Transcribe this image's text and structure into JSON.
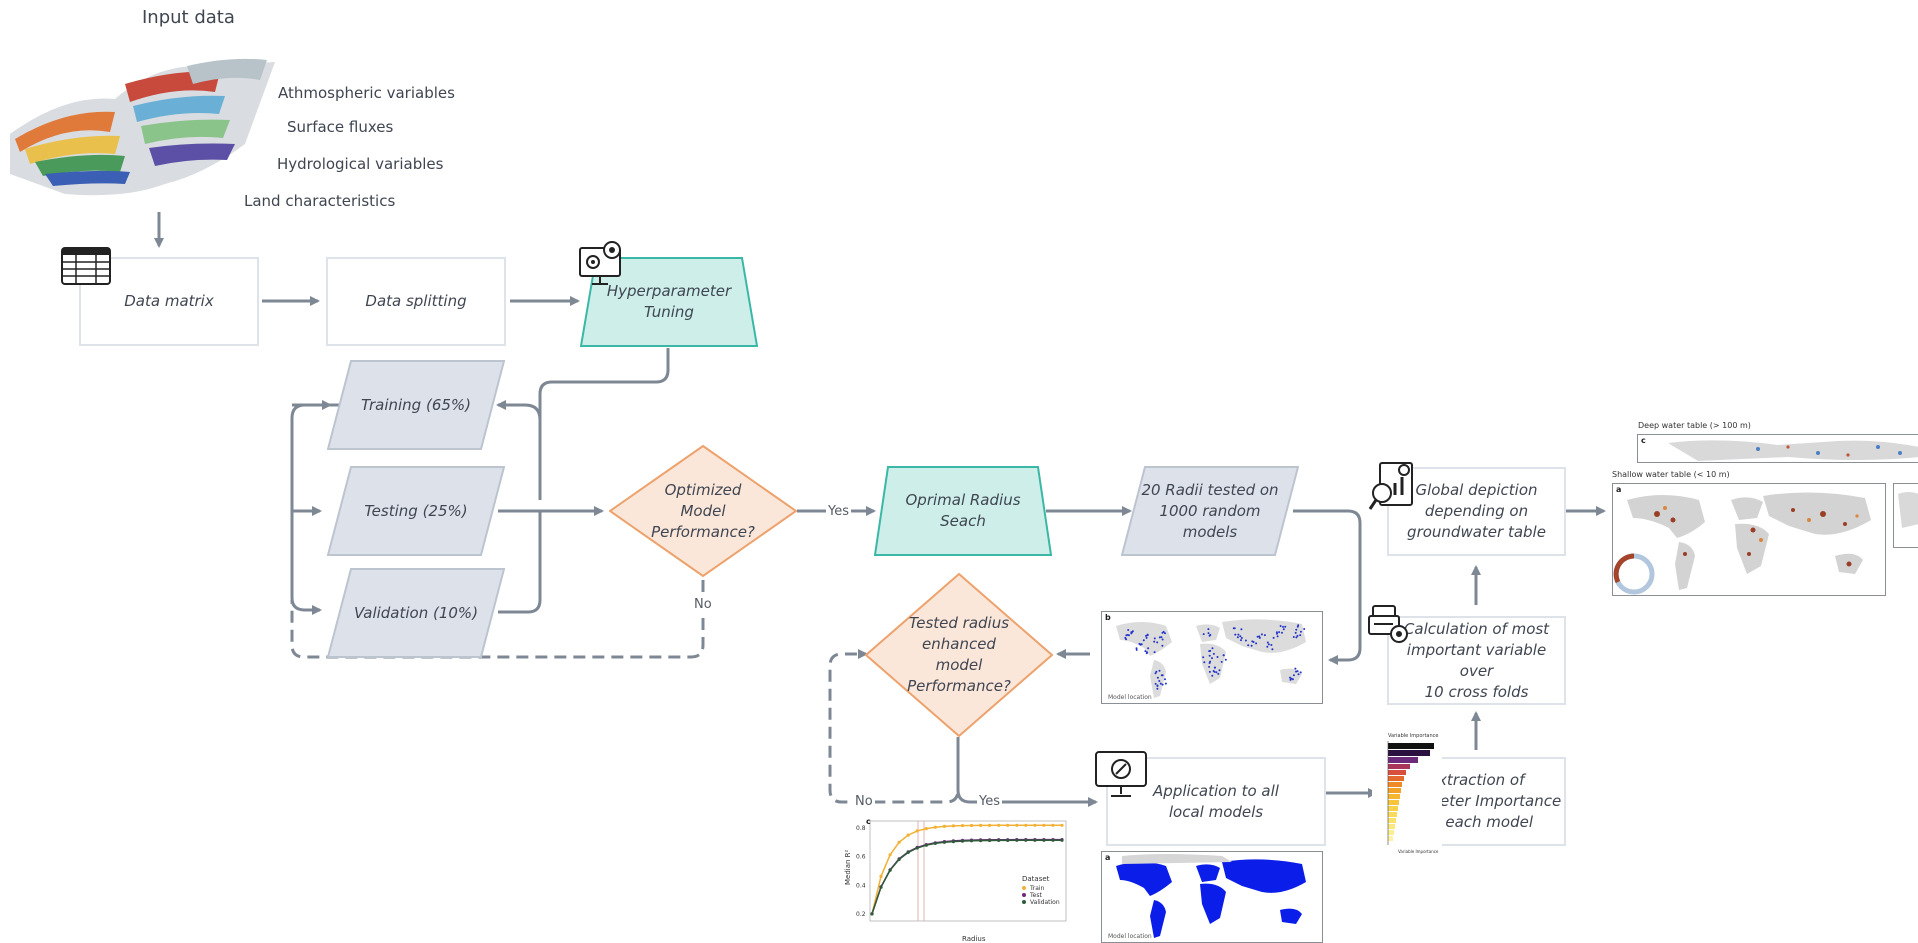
{
  "input": {
    "title": "Input data",
    "variables": [
      "Athmospheric variables",
      "Surface fluxes",
      "Hydrological variables",
      "Land characteristics"
    ]
  },
  "nodes": {
    "data_matrix": "Data matrix",
    "data_splitting": "Data splitting",
    "hyperparameter_tuning": "Hyperparameter\nTuning",
    "training": "Training (65%)",
    "testing": "Testing (25%)",
    "validation": "Validation (10%)",
    "optimized_model": "Optimized\nModel\nPerformance?",
    "optimal_radius": "Oprimal Radius\nSeach",
    "radii_tested": "20 Radii tested on\n1000 random\nmodels",
    "global_depiction": "Global depiction\ndepending on\ngroundwater table",
    "tested_radius": "Tested radius\nenhanced\nmodel\nPerformance?",
    "calc_variable": "Calculation of most\nimportant variable over\n10 cross folds",
    "application": "Application to all\nlocal models",
    "extraction": "Extraction of\nParameter Importance\nfor each model"
  },
  "flow_labels": {
    "yes_1": "Yes",
    "no_1": "No",
    "no_2": "No",
    "yes_2": "Yes"
  },
  "thumbnails": {
    "map_b": {
      "tag": "b",
      "caption": "Model location"
    },
    "map_a": {
      "tag": "a",
      "caption": "Model location"
    },
    "chart_c": {
      "tag": "c",
      "xlabel": "Radius",
      "ylabel": "Median R²",
      "legend_title": "Dataset",
      "legend": [
        "Train",
        "Test",
        "Validation"
      ],
      "yticks": [
        "0.2",
        "0.4",
        "0.6",
        "0.8"
      ]
    },
    "deep_map": {
      "title": "Deep water table (> 100 m)",
      "tag": "c"
    },
    "shallow_map": {
      "title": "Shallow water table (< 10 m)",
      "tag": "a"
    },
    "importance": {
      "title": "Variable Importance",
      "xlabel": "Variable Importance"
    }
  },
  "colors": {
    "connector": "#7d8894",
    "tuning_fill": "#cdeee9",
    "tuning_stroke": "#3bb7a6",
    "decision_fill": "#fbe6da",
    "decision_stroke": "#eda26c",
    "data_fill": "#dde2ea",
    "data_stroke": "#bcc4cf",
    "box_stroke": "#dde3e8",
    "train_series": "#f2b134",
    "test_series": "#6b2a7a",
    "validation_series": "#2f5b3a",
    "map_points": "#2233cc"
  },
  "icons": [
    "table-icon",
    "gear-monitor-icon",
    "analytics-report-icon",
    "document-gear-icon",
    "monitor-network-icon"
  ]
}
